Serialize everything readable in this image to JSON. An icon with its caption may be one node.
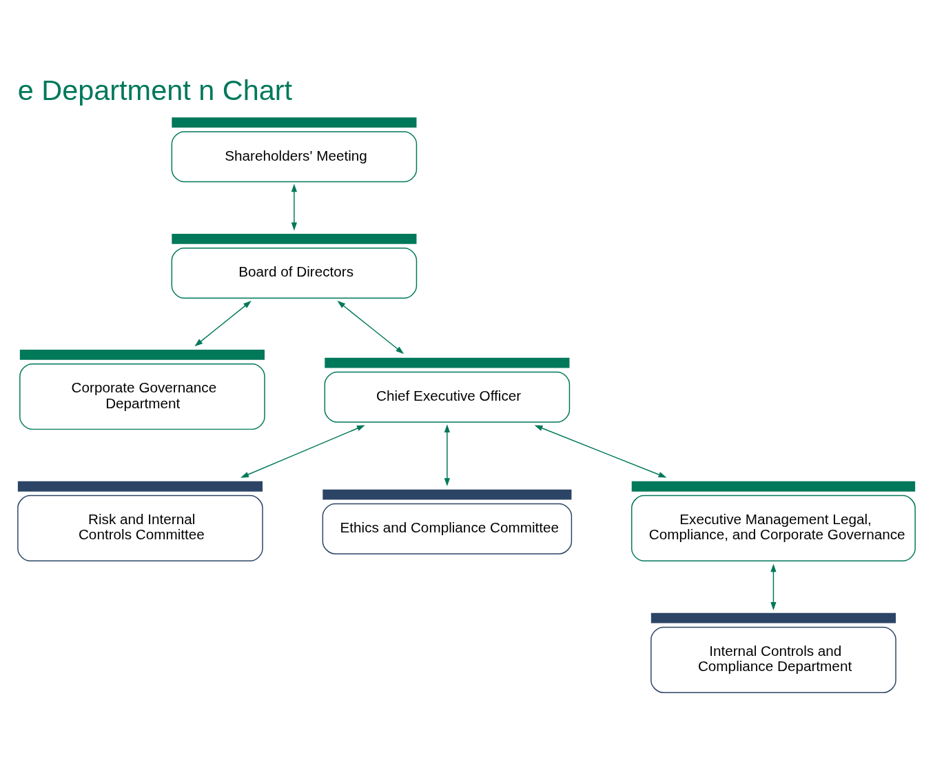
{
  "diagram": {
    "title": "e Department n Chart",
    "nodes": [
      {
        "text": [
          "Shareholders' Meeting"
        ]
      },
      {
        "text": [
          "Board of Directors"
        ]
      },
      {
        "text": [
          "Corporate Governance Department"
        ]
      },
      {
        "text": [
          "Chief Executive Officer"
        ]
      },
      {
        "text": [
          "Risk and Internal Controls Committee"
        ]
      },
      {
        "text": [
          "Ethics and Compliance Committee"
        ]
      },
      {
        "text": [
          "Executive Management Legal, Compliance, and Corporate Governance"
        ]
      },
      {
        "text": [
          "Internal Controls and Compliance Department"
        ]
      }
    ],
    "edges": [
      {
        "from": 0,
        "to": 1,
        "arrow": "both"
      },
      {
        "from": 1,
        "to": 2,
        "arrow": "both"
      },
      {
        "from": 1,
        "to": 3,
        "arrow": "both"
      },
      {
        "from": 3,
        "to": 4,
        "arrow": "both"
      },
      {
        "from": 3,
        "to": 5,
        "arrow": "both"
      },
      {
        "from": 3,
        "to": 6,
        "arrow": "both"
      },
      {
        "from": 6,
        "to": 7,
        "arrow": "both"
      }
    ]
  }
}
